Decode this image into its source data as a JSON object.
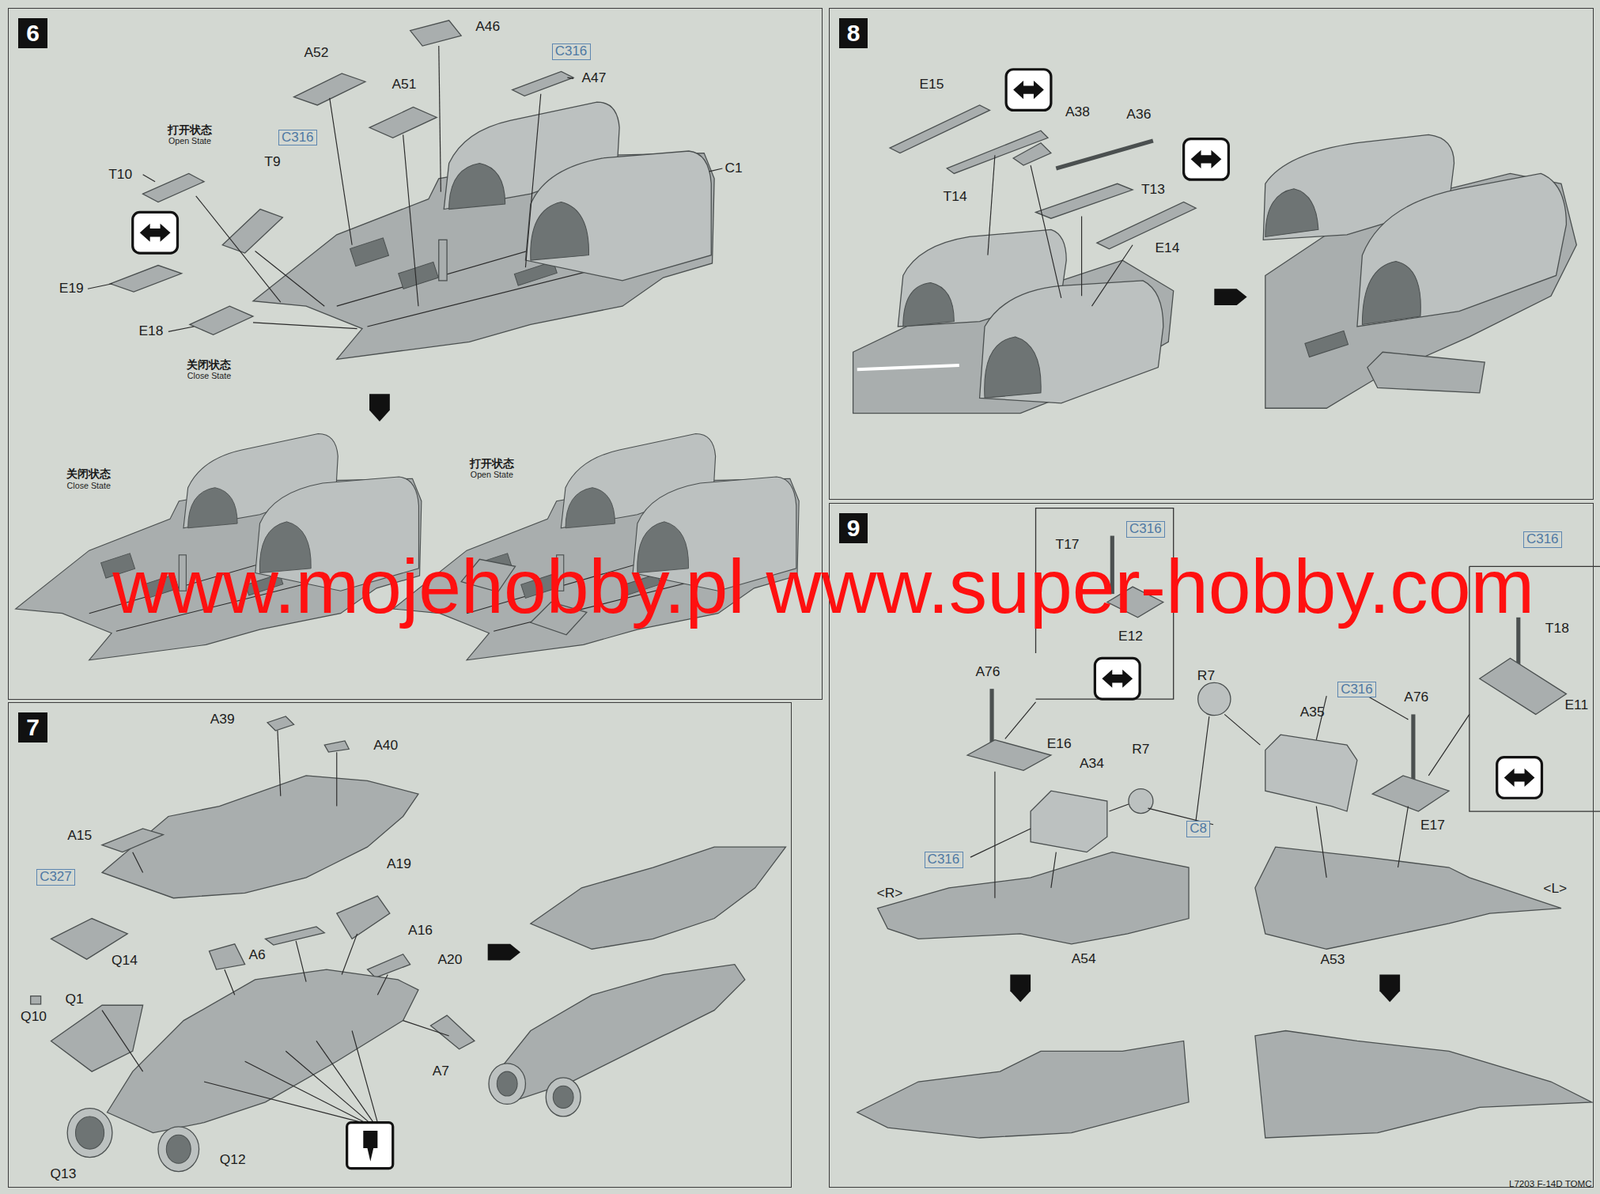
{
  "diagram": {
    "nodes": [
      {
        "text": [
          "6"
        ]
      },
      {
        "text": [
          "C316"
        ],
        "in": 0
      },
      {
        "text": [
          "C316"
        ],
        "in": 0
      },
      {
        "text": [
          "8"
        ]
      },
      {
        "text": [
          "7"
        ]
      },
      {
        "text": [
          "C327"
        ],
        "in": 4
      },
      {
        "text": [
          "9"
        ]
      },
      {
        "text": [
          "C316"
        ],
        "in": 6
      },
      {
        "text": [
          "C316"
        ],
        "in": 6
      },
      {
        "text": [
          "C316"
        ],
        "in": 6
      },
      {
        "text": [
          "C316"
        ],
        "in": 6
      },
      {
        "text": [
          "C8"
        ],
        "in": 6
      }
    ],
    "labels": [
      "A46",
      "A52",
      "A51",
      "A47",
      "打开状态",
      "Open State",
      "T10",
      "T9",
      "C1",
      "E19",
      "E18",
      "关闭状态",
      "Close State",
      "关闭状态",
      "Close State",
      "打开状态",
      "Open State",
      "E15",
      "A38",
      "A36",
      "T14",
      "T13",
      "E14",
      "A39",
      "A40",
      "A15",
      "A19",
      "A16",
      "A6",
      "A20",
      "Q14",
      "Q10",
      "Q1",
      "A7",
      "Q13",
      "Q12",
      "T17",
      "E12",
      "T18",
      "E11",
      "A76",
      "R7",
      "A76",
      "A35",
      "E16",
      "A34",
      "R7",
      "E17",
      "<R>",
      "<L>",
      "A54",
      "A53",
      "L7203 F-14D TOMC",
      "www.mojehobby.pl www.super-hobby.com"
    ]
  }
}
